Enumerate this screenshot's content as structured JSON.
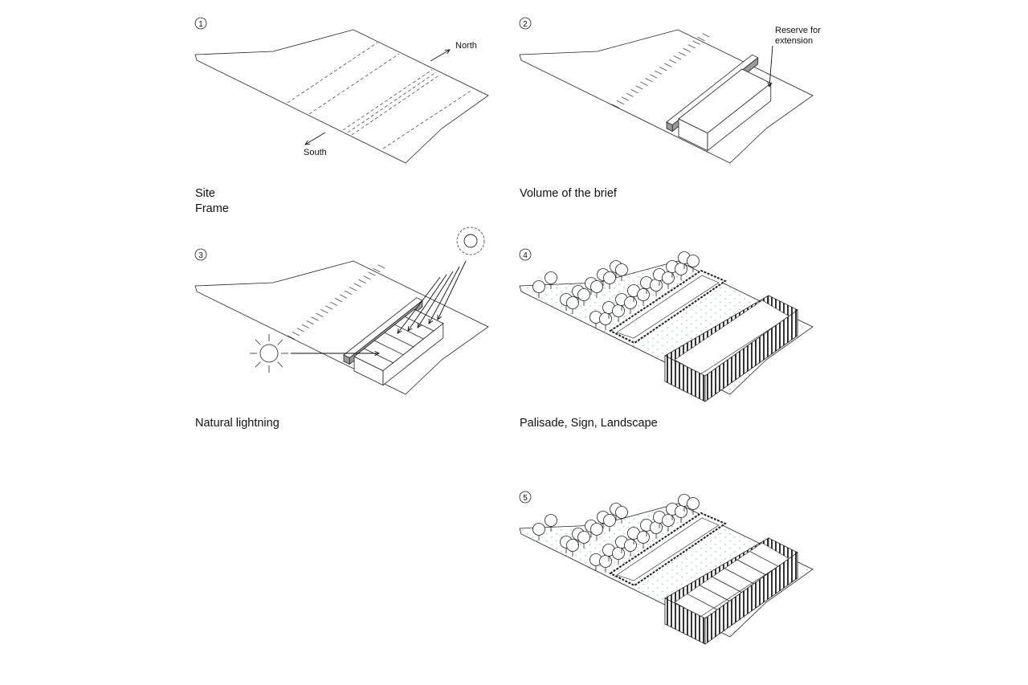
{
  "panels": [
    {
      "number": "1",
      "caption_lines": [
        "Site",
        "Frame"
      ],
      "labels": {
        "north": "North",
        "south": "South"
      }
    },
    {
      "number": "2",
      "caption": "Volume of the brief",
      "labels": {
        "reserve_line1": "Reserve for",
        "reserve_line2": "extension"
      }
    },
    {
      "number": "3",
      "caption": "Natural lightning"
    },
    {
      "number": "4",
      "caption": "Palisade, Sign, Landscape"
    },
    {
      "number": "5"
    }
  ],
  "colors": {
    "line": "#222222",
    "landscape_dot": "#7fc6c9",
    "element_grey": "#9a9a9a",
    "palisade_dark": "#333333"
  }
}
